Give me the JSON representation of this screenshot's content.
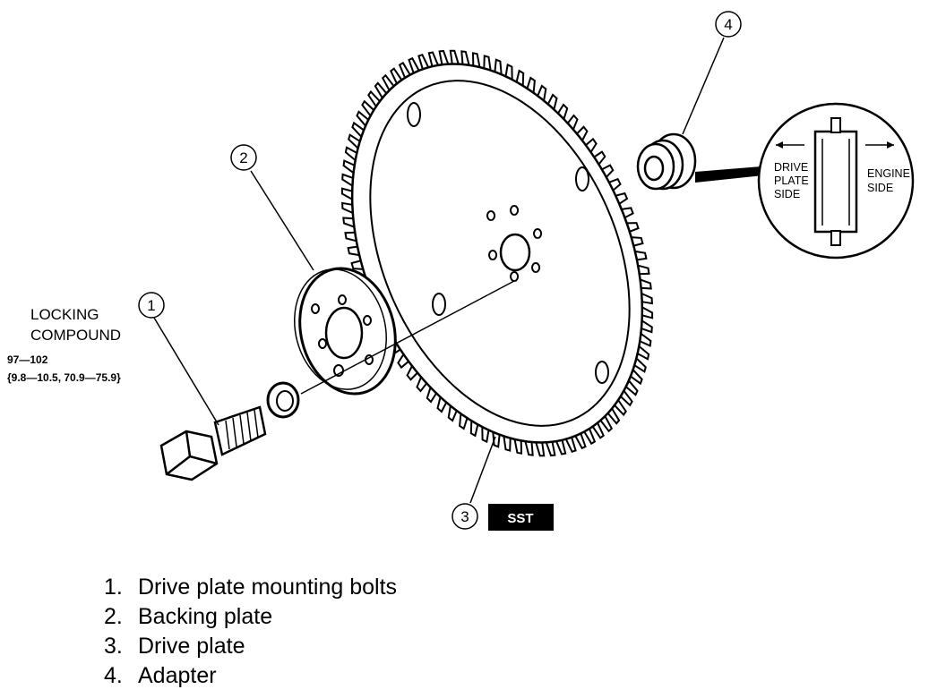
{
  "callouts": {
    "locking_line1": "LOCKING",
    "locking_line2": "COMPOUND",
    "torque_line1": "97—102",
    "torque_line2": "{9.8—10.5, 70.9—75.9}",
    "sst": "SST"
  },
  "numbers": [
    "1",
    "2",
    "3",
    "4"
  ],
  "detail": {
    "left_line1": "DRIVE",
    "left_line2": "PLATE",
    "left_line3": "SIDE",
    "right_line1": "ENGINE",
    "right_line2": "SIDE"
  },
  "legend": [
    {
      "num": "1.",
      "label": "Drive plate mounting bolts"
    },
    {
      "num": "2.",
      "label": "Backing plate"
    },
    {
      "num": "3.",
      "label": "Drive plate"
    },
    {
      "num": "4.",
      "label": "Adapter"
    }
  ]
}
